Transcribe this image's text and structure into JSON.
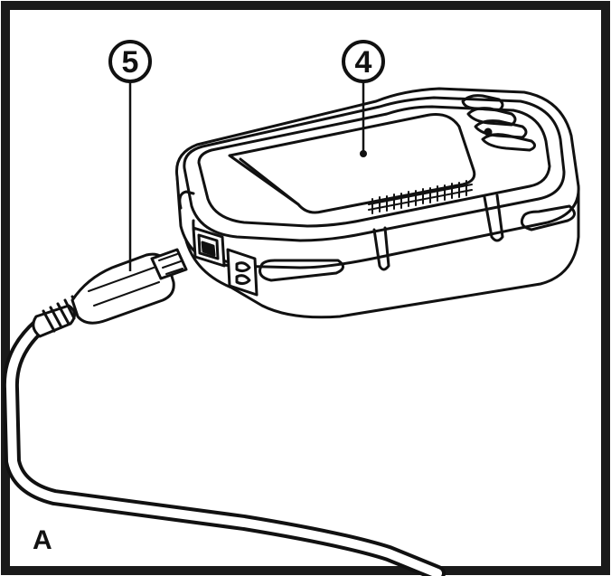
{
  "figure": {
    "panel_label": "A",
    "callouts": [
      {
        "id": "cable-connector",
        "number": "5"
      },
      {
        "id": "device",
        "number": "4"
      }
    ]
  },
  "colors": {
    "ink": "#111111",
    "paper": "#ffffff",
    "frame": "#1a1a1a"
  }
}
